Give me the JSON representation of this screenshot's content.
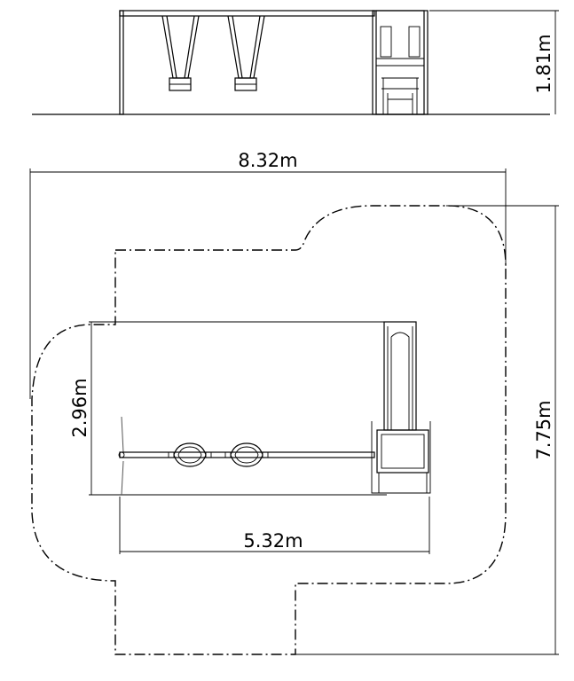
{
  "dimensions": {
    "height": "1.81m",
    "overall_width": "8.32m",
    "overall_depth": "7.75m",
    "frame_depth": "2.96m",
    "frame_width": "5.32m"
  }
}
